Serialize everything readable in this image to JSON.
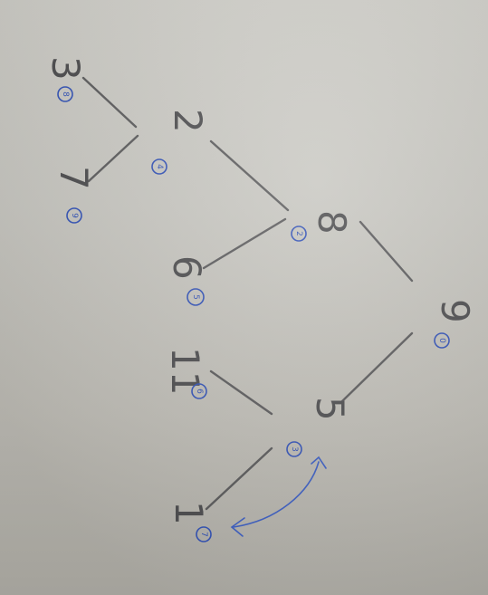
{
  "nodes": [
    {
      "id": "n9",
      "value": "9",
      "order": "0"
    },
    {
      "id": "n8",
      "value": "8",
      "order": "2"
    },
    {
      "id": "n5",
      "value": "5",
      "order": "3"
    },
    {
      "id": "n2",
      "value": "2",
      "order": "4"
    },
    {
      "id": "n6",
      "value": "6",
      "order": "5"
    },
    {
      "id": "n11",
      "value": "11",
      "order": "6"
    },
    {
      "id": "n1",
      "value": "1",
      "order": "7"
    },
    {
      "id": "n3",
      "value": "3",
      "order": "8"
    },
    {
      "id": "n7",
      "value": "7",
      "order": "9"
    }
  ],
  "colors": {
    "paper": "#c6c5bf",
    "pencil": "#4a4a4c",
    "ink": "#2f4fb4"
  }
}
